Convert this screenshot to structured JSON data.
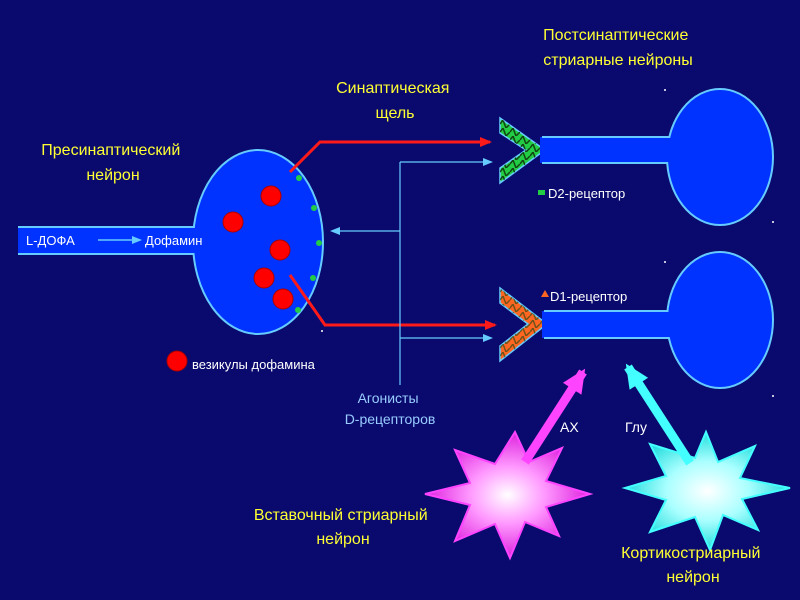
{
  "labels": {
    "presynaptic": [
      "Пресинаптический",
      "нейрон"
    ],
    "cleft": [
      "Синаптическая",
      "щель"
    ],
    "postsynaptic": [
      "Постсинаптические",
      "стриарные нейроны"
    ],
    "ldopa": "L-ДОФА",
    "dopamine": "Дофамин",
    "d2": "D2-рецептор",
    "d1": "D1-рецептор",
    "vesicles": "везикулы дофамина",
    "agonists": [
      "Агонисты",
      "D-рецепторов"
    ],
    "ach": "АХ",
    "glu": "Глу",
    "interneuron": [
      "Вставочный стриарный",
      "нейрон"
    ],
    "cortico": [
      "Кортикостриарный",
      "нейрон"
    ]
  },
  "colors": {
    "background": "#0a0a6e",
    "neuron_fill": "#0033ff",
    "neuron_outline": "#66ccff",
    "vesicle": "#ff0000",
    "arrow_red": "#ff1a1a",
    "interneuron_star": "#ff44ff",
    "cortico_star": "#44ffff",
    "d2_receptor": "#22cc44",
    "d1_receptor": "#ff6622"
  }
}
